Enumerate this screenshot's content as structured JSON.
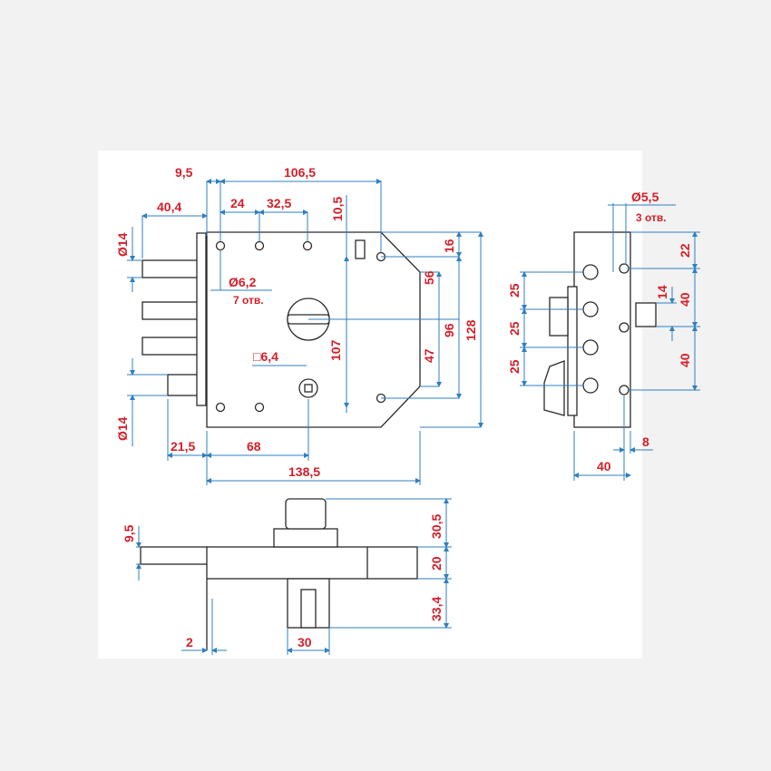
{
  "colors": {
    "background": "#f2f2f2",
    "sheet": "#ffffff",
    "outline": "#2a2a2a",
    "dimension_line": "#2f7fbf",
    "dimension_text": "#d3202a"
  },
  "front_view": {
    "top_dims": {
      "d1": "9,5",
      "d2": "106,5",
      "d3": "40,4",
      "d4": "24",
      "d5": "32,5",
      "d6": "10,5"
    },
    "left_dims": {
      "bolt_top": "Ø14",
      "bolt_bottom": "Ø14"
    },
    "hole_note": {
      "size": "Ø6,2",
      "count": "7 отв."
    },
    "square_note": "□6,4",
    "right_dims": {
      "d56": "56",
      "d16": "16",
      "d47": "47",
      "d96": "96",
      "d107": "107",
      "d128": "128"
    },
    "bottom_dims": {
      "d21": "21,5",
      "d68": "68",
      "d138": "138,5"
    }
  },
  "side_view": {
    "hole_note": {
      "size": "Ø5,5",
      "count": "3 отв."
    },
    "left_dims": [
      "25",
      "25",
      "25"
    ],
    "right_dims": {
      "d22": "22",
      "d14": "14",
      "d40a": "40",
      "d40b": "40"
    },
    "bottom_dims": {
      "d40": "40",
      "d8": "8"
    }
  },
  "bottom_view": {
    "left_dim": "9,5",
    "right_dims": {
      "d30": "30,5",
      "d20": "20",
      "d33": "33,4"
    },
    "bottom_dims": {
      "d2": "2",
      "d30": "30"
    }
  }
}
